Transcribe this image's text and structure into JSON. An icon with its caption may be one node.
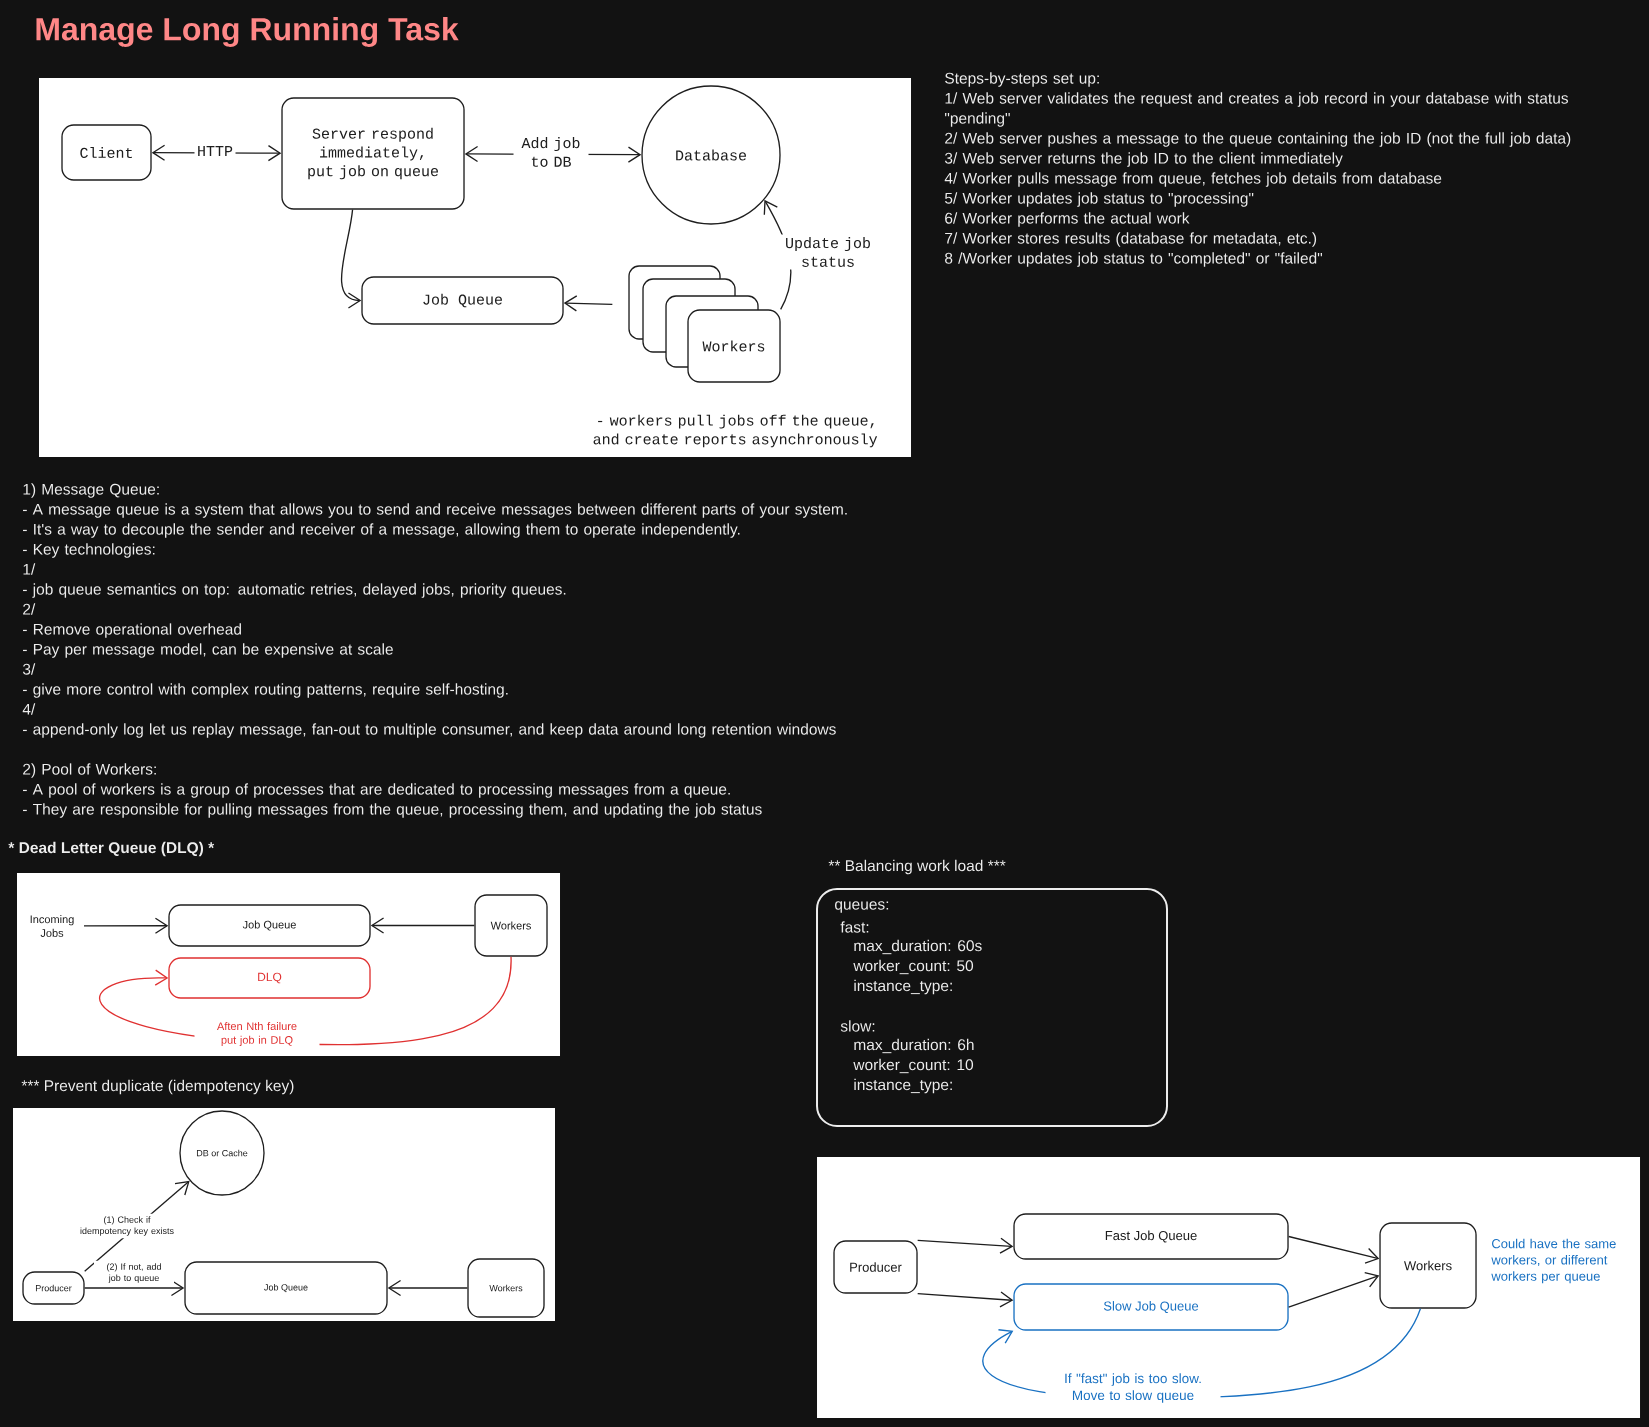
{
  "diagram": {
    "title": "Manage Long Running Task",
    "nodes": [
      {
        "text": [
          "Client"
        ]
      },
      {
        "text": [
          "Server respond immediately, put job on queue"
        ]
      },
      {
        "text": [
          "Database"
        ]
      },
      {
        "text": [
          "Job Queue"
        ]
      },
      {
        "text": [
          "Workers"
        ]
      },
      {
        "text": [
          "Incoming Jobs"
        ]
      },
      {
        "text": [
          "Job Queue"
        ]
      },
      {
        "text": [
          "Workers"
        ]
      },
      {
        "text": [
          "DLQ"
        ]
      },
      {
        "text": [
          "DB or Cache"
        ]
      },
      {
        "text": [
          "Producer"
        ]
      },
      {
        "text": [
          "Job Queue"
        ]
      },
      {
        "text": [
          "Workers"
        ]
      },
      {
        "text": [
          "queues:",
          "fast:",
          "max_duration: 60s",
          "worker_count: 50",
          "instance_type:",
          "slow:",
          "max_duration: 6h",
          "worker_count: 10",
          "instance_type:"
        ]
      },
      {
        "text": [
          "Producer"
        ]
      },
      {
        "text": [
          "Fast Job Queue"
        ]
      },
      {
        "text": [
          "Slow Job Queue"
        ]
      },
      {
        "text": [
          "Workers"
        ]
      }
    ],
    "edges": [
      {
        "from": 0,
        "to": 1,
        "arrow": "both",
        "label": "HTTP"
      },
      {
        "from": 1,
        "to": 2,
        "arrow": "both",
        "label": "Add job to DB"
      },
      {
        "from": 1,
        "to": 3,
        "arrow": "to"
      },
      {
        "from": 4,
        "to": 3,
        "arrow": "to"
      },
      {
        "from": 4,
        "to": 2,
        "arrow": "to",
        "label": "Update job status"
      },
      {
        "from": 5,
        "to": 6,
        "arrow": "to"
      },
      {
        "from": 7,
        "to": 6,
        "arrow": "to"
      },
      {
        "from": 7,
        "to": 8,
        "arrow": "to",
        "label": "Aften Nth failure put job in DLQ",
        "color": "#e03131"
      },
      {
        "from": 10,
        "to": 9,
        "arrow": "to",
        "label": "(1) Check if idempotency key exists"
      },
      {
        "from": 10,
        "to": 11,
        "arrow": "to",
        "label": "(2) If not, add job to queue"
      },
      {
        "from": 12,
        "to": 11,
        "arrow": "to"
      },
      {
        "from": 14,
        "to": 15,
        "arrow": "to"
      },
      {
        "from": 14,
        "to": 16,
        "arrow": "to"
      },
      {
        "from": 15,
        "to": 17,
        "arrow": "to"
      },
      {
        "from": 16,
        "to": 17,
        "arrow": "to"
      },
      {
        "from": 17,
        "to": 16,
        "arrow": "to",
        "label": "If \"fast\" job is too slow. Move to slow queue",
        "color": "#1971c2"
      }
    ],
    "labels": [
      "Steps-by-steps set up:",
      "1/ Web server validates the request and creates a job record in your database with status \"pending\"",
      "2/ Web server pushes a message to the queue containing the job ID (not the full job data)",
      "3/ Web server returns the job ID to the client immediately",
      "4/ Worker pulls message from queue, fetches job details from database",
      "5/ Worker updates job status to \"processing\"",
      "6/ Worker performs the actual work",
      "7/ Worker stores results (database for metadata, etc.)",
      "8 /Worker updates job status to \"completed\" or \"failed\"",
      "1) Message Queue:",
      "- A message queue is a system that allows you to send and receive messages between different parts of your system.",
      "- It's a way to decouple the sender and receiver of a message, allowing them to operate independently.",
      "- Key technologies:",
      "1/",
      "- job queue semantics on top: automatic retries, delayed jobs, priority queues.",
      "2/",
      "- Remove operational overhead",
      "- Pay per message model, can be expensive at scale",
      "3/",
      "- give more control with complex routing patterns, require self-hosting.",
      "4/",
      "- append-only log let us replay message, fan-out to multiple consumer, and keep data around long retention windows",
      "2) Pool of Workers:",
      "- A pool of workers is a group of processes that are dedicated to processing messages from a queue.",
      "- They are responsible for pulling messages from the queue, processing them, and updating the job status",
      "- workers pull jobs off the queue, and create reports asynchronously",
      "*** Dead Letter Queue (DLQ) ***",
      "*** Prevent duplicate (idempotency key)",
      "** Balancing work load ***",
      "Could have the same workers, or different workers per queue"
    ]
  }
}
